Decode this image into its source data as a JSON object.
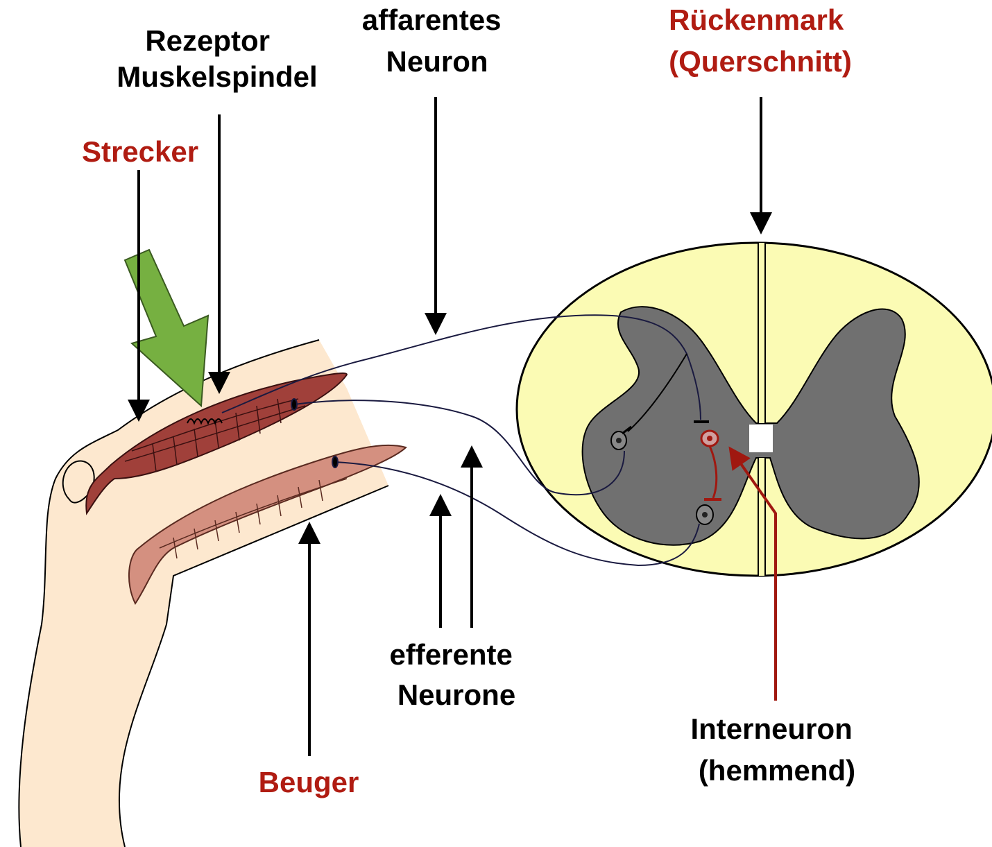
{
  "labels": {
    "rezeptor": [
      "Rezeptor",
      "Muskelspindel"
    ],
    "afferent": [
      "affarentes",
      "Neuron"
    ],
    "rueckenmark": [
      "Rückenmark",
      "(Querschnitt)"
    ],
    "strecker": "Strecker",
    "efferent": [
      "efferente",
      "Neurone"
    ],
    "beuger": "Beuger",
    "interneuron": [
      "Interneuron",
      "(hemmend)"
    ]
  },
  "colors": {
    "label_text": "#000000",
    "highlight_text": "#b01c12",
    "skin": "#fde8cf",
    "extensor_muscle": "#a0403a",
    "flexor_muscle": "#d49080",
    "white_matter": "#fbfbb4",
    "grey_matter": "#707070",
    "stimulus_arrow": "#76b041",
    "nerve": "#1a1a40",
    "interneuron": "#a01810"
  }
}
